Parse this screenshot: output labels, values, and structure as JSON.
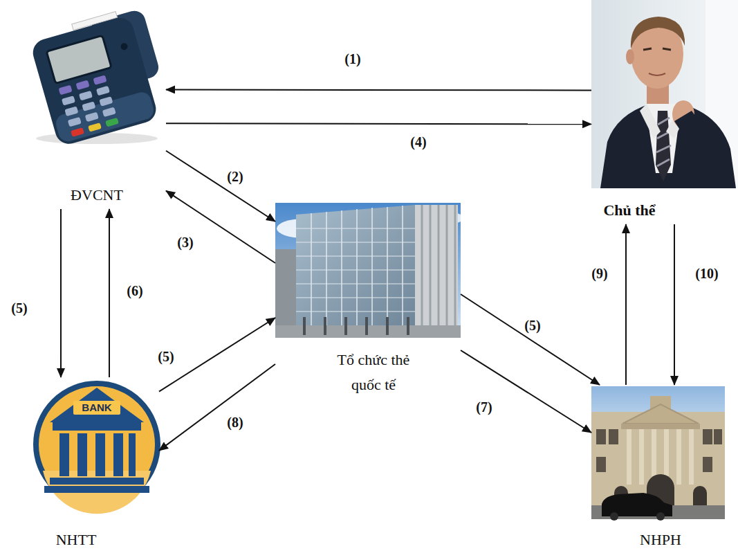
{
  "diagram": {
    "nodes": [
      {
        "text": [
          "ĐVCNT"
        ]
      },
      {
        "text": [
          "Chủ thể"
        ]
      },
      {
        "text": [
          "Tổ chức thẻ quốc tế"
        ]
      },
      {
        "text": [
          "NHTT"
        ]
      },
      {
        "text": [
          "NHPH"
        ]
      }
    ],
    "edges": [
      {
        "from": 1,
        "to": 0,
        "arrow": "to",
        "label": "(1)"
      },
      {
        "from": 0,
        "to": 1,
        "arrow": "to",
        "label": "(4)"
      },
      {
        "from": 0,
        "to": 2,
        "arrow": "to",
        "label": "(2)"
      },
      {
        "from": 2,
        "to": 0,
        "arrow": "to",
        "label": "(3)"
      },
      {
        "from": 0,
        "to": 3,
        "arrow": "to",
        "label": "(5)"
      },
      {
        "from": 3,
        "to": 0,
        "arrow": "to",
        "label": "(6)"
      },
      {
        "from": 3,
        "to": 2,
        "arrow": "to",
        "label": "(5)"
      },
      {
        "from": 2,
        "to": 4,
        "arrow": "to",
        "label": "(5)"
      },
      {
        "from": 2,
        "to": 4,
        "arrow": "to",
        "label": "(7)"
      },
      {
        "from": 2,
        "to": 3,
        "arrow": "to",
        "label": "(8)"
      },
      {
        "from": 4,
        "to": 1,
        "arrow": "to",
        "label": "(9)"
      },
      {
        "from": 1,
        "to": 4,
        "arrow": "to",
        "label": "(10)"
      }
    ],
    "labels": [
      "BANK"
    ]
  }
}
